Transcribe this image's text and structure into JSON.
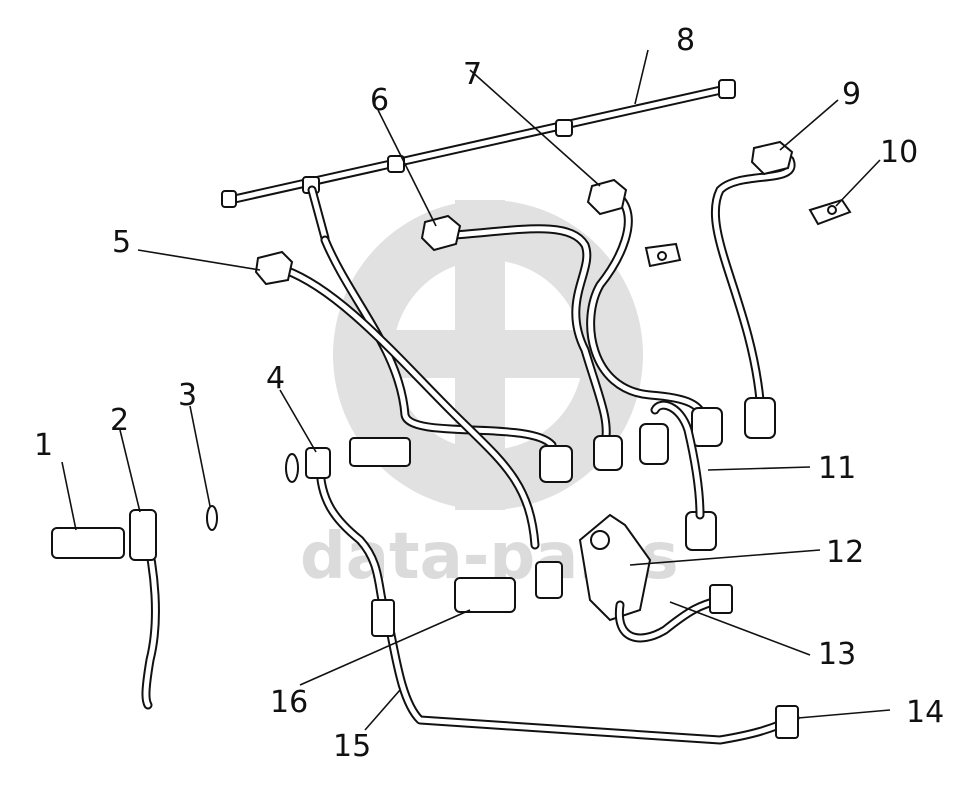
{
  "watermark": {
    "text": "data-parts",
    "color": "#c8c8c8"
  },
  "callouts": [
    "1",
    "2",
    "3",
    "4",
    "5",
    "6",
    "7",
    "8",
    "9",
    "10",
    "11",
    "12",
    "13",
    "14",
    "15",
    "16"
  ],
  "colors": {
    "line": "#111111",
    "background": "#ffffff"
  }
}
